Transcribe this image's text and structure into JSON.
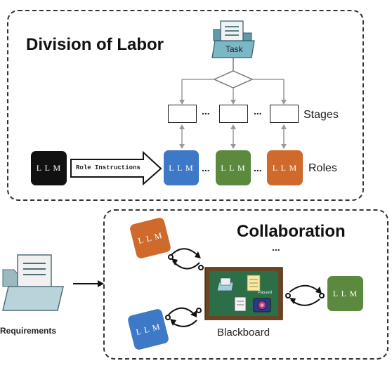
{
  "division": {
    "title": "Division of Labor",
    "task_label": "Task",
    "stages_label": "Stages",
    "roles_label": "Roles",
    "arrow_label": "Role Instructions",
    "llm_label": "LLM",
    "dots": "...",
    "colors": {
      "black": "#111111",
      "blue": "#3d79c6",
      "green": "#5b8a3e",
      "orange": "#cf6a2c"
    }
  },
  "collaboration": {
    "title": "Collaboration",
    "dots": "...",
    "blackboard_label": "Blackboard",
    "passed_label": "Passed",
    "llm_label": "LLM",
    "colors": {
      "board": "#2b6e47",
      "frame": "#5a3a1e"
    }
  },
  "requirements": {
    "label": "Requirements"
  }
}
